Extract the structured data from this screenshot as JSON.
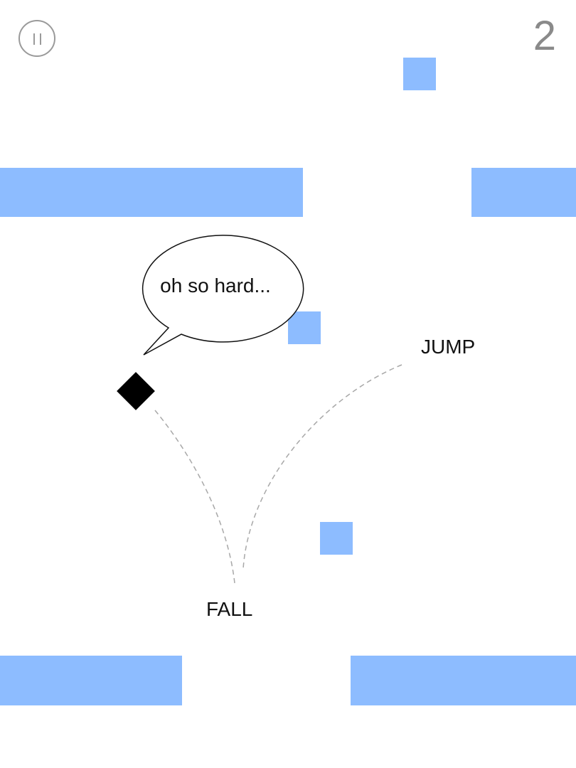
{
  "hud": {
    "score": "2",
    "pause_icon": "pause-icon"
  },
  "speech_bubble": {
    "text": "oh so hard..."
  },
  "hints": {
    "jump_label": "JUMP",
    "fall_label": "FALL"
  },
  "colors": {
    "block": "#8dbcff",
    "player": "#000000",
    "dash": "#a8a8a8",
    "hud": "#8a8a8a"
  }
}
